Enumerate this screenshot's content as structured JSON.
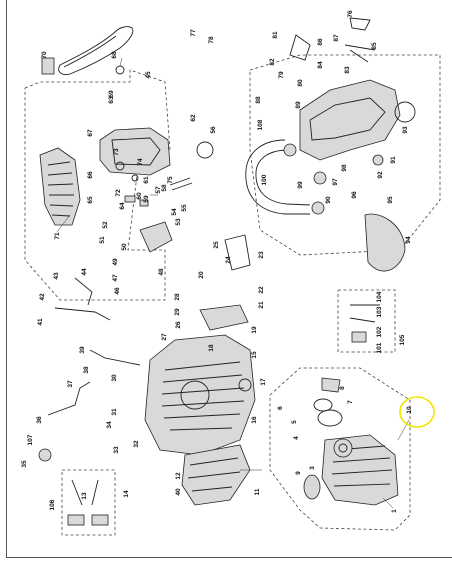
{
  "callouts": [
    "1",
    "3",
    "4",
    "5",
    "6",
    "7",
    "8",
    "9",
    "10",
    "11",
    "12",
    "13",
    "14",
    "15",
    "16",
    "17",
    "18",
    "19",
    "20",
    "21",
    "22",
    "23",
    "24",
    "25",
    "26",
    "27",
    "28",
    "29",
    "30",
    "31",
    "32",
    "33",
    "34",
    "35",
    "36",
    "37",
    "38",
    "39",
    "40",
    "41",
    "42",
    "43",
    "44",
    "45",
    "46",
    "47",
    "48",
    "49",
    "50",
    "51",
    "52",
    "53",
    "54",
    "55",
    "56",
    "57",
    "58",
    "59",
    "60",
    "61",
    "62",
    "63",
    "64",
    "65",
    "66",
    "67",
    "68",
    "69",
    "70",
    "71",
    "72",
    "73",
    "74",
    "75",
    "76",
    "77",
    "78",
    "79",
    "80",
    "81",
    "82",
    "83",
    "84",
    "85",
    "86",
    "87",
    "88",
    "89",
    "90",
    "91",
    "92",
    "93",
    "94",
    "95",
    "96",
    "97",
    "98",
    "99",
    "100",
    "101",
    "102",
    "103",
    "104",
    "105",
    "106",
    "107",
    "108"
  ],
  "highlight": {
    "label": "10",
    "color": "#f2e600"
  },
  "colors": {
    "line": "#222222",
    "fill": "#d9d9d9",
    "frame": "#555555"
  }
}
